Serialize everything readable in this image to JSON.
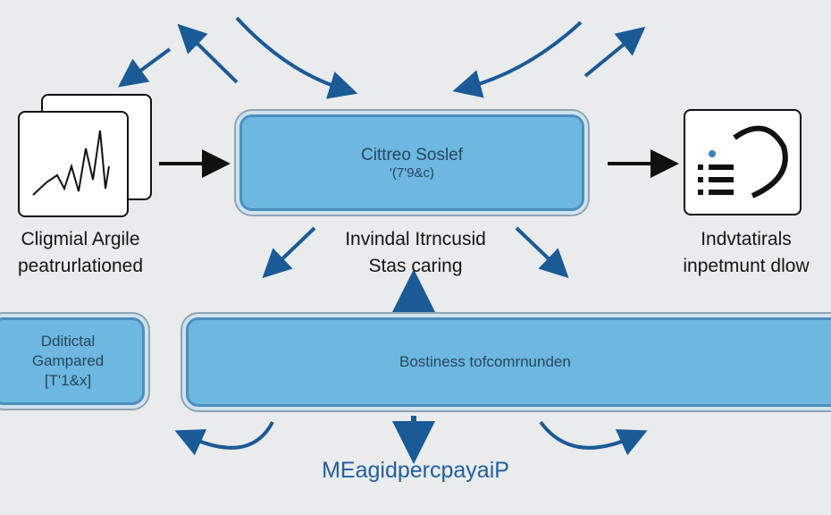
{
  "colors": {
    "background": "#e9ebec",
    "box_fill": "#6cb8e0",
    "arrow": "#1a5a96",
    "footer_text": "#1f5f9f"
  },
  "left_node": {
    "icon": "chart-document-icon",
    "line1": "Cligmial Argile",
    "line2": "peatrurlationed"
  },
  "center_node": {
    "title": "Cittreo Soslef",
    "subtitle": "'(7'9&c)",
    "caption1": "Invindal Itrncusid",
    "caption2": "Stas caring"
  },
  "right_node": {
    "icon": "list-network-icon",
    "line1": "Indvtatirals",
    "line2": "inpetmunt dlow"
  },
  "bottom_left_box": {
    "line1": "Dditictal",
    "line2": "Gampared",
    "line3": "[T'1&x]"
  },
  "bottom_box": {
    "label": "Bostiness tofcomrnunden"
  },
  "footer": {
    "label": "MEagidpercpayaiP"
  }
}
